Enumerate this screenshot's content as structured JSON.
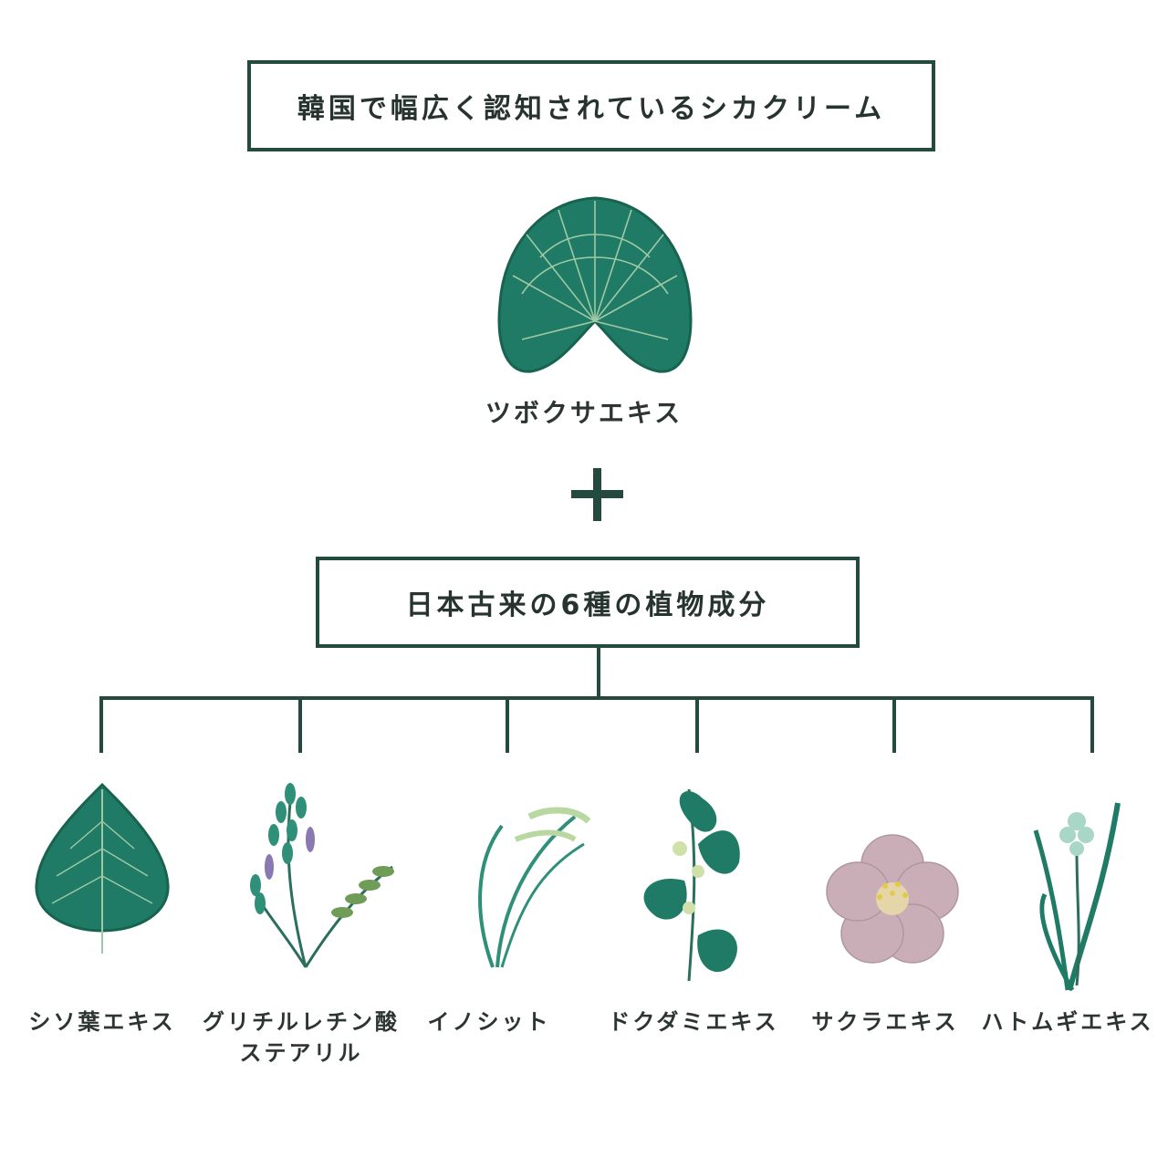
{
  "header": {
    "title": "韓国で幅広く認知されているシカクリーム"
  },
  "main_ingredient": {
    "label": "ツボクサエキス",
    "icon": "centella-leaf-icon"
  },
  "plus": {
    "symbol": "+"
  },
  "group": {
    "title": "日本古来の6種の植物成分"
  },
  "plants": [
    {
      "label": "シソ葉エキス",
      "icon": "shiso-leaf-icon"
    },
    {
      "label": "グリチルレチン酸",
      "label2": "ステアリル",
      "icon": "licorice-plant-icon"
    },
    {
      "label": "イノシット",
      "icon": "rice-plant-icon"
    },
    {
      "label": "ドクダミエキス",
      "icon": "dokudami-plant-icon"
    },
    {
      "label": "サクラエキス",
      "icon": "cherry-blossom-icon"
    },
    {
      "label": "ハトムギエキス",
      "icon": "job-tears-plant-icon"
    }
  ],
  "colors": {
    "primary": "#24493e",
    "leaf": "#1f7a66",
    "leaf_dark": "#17634f",
    "blossom": "#c9aeb8"
  }
}
